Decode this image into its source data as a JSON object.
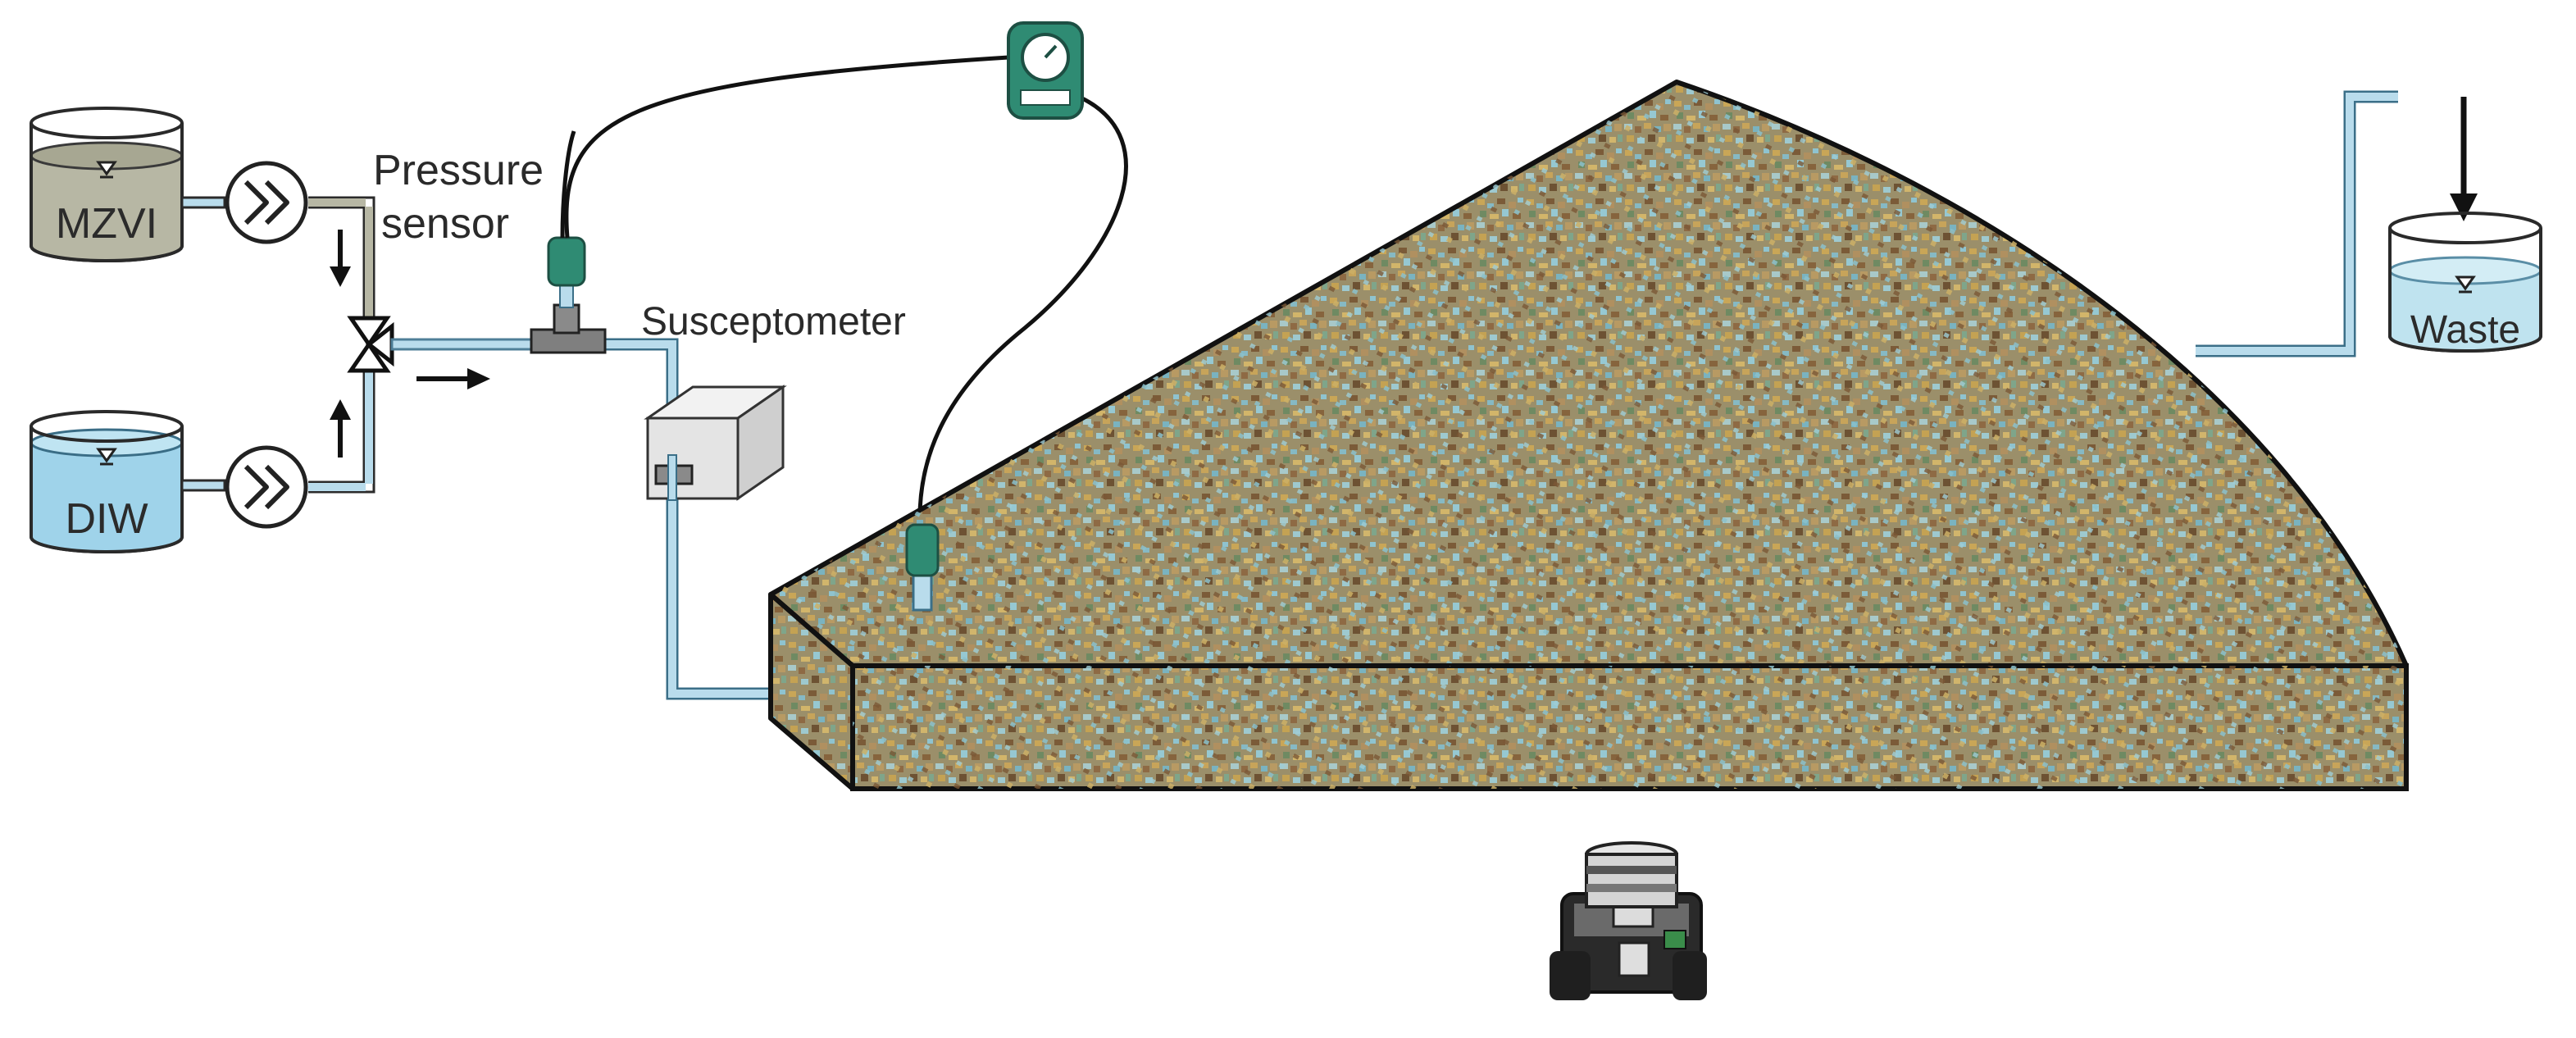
{
  "labels": {
    "tank_mzvi": "MZVI",
    "tank_diw": "DIW",
    "tank_waste": "Waste",
    "pressure_line1": "Pressure",
    "pressure_line2": "sensor",
    "susceptometer": "Susceptometer"
  },
  "colors": {
    "tube_fill": "#b9dcec",
    "tube_outline": "#4f7f98",
    "mzvi_liquid": "#b7b7a4",
    "diw_liquid": "#9fd3ea",
    "waste_liquid": "#bfe3ef",
    "sensor_green": "#2f8b73",
    "media_base": "#9b8f6a",
    "outline": "#1a1a1a"
  },
  "icons": {
    "pump": "pump-icon",
    "valve": "three-way-valve-icon",
    "sensor": "pressure-sensor-icon",
    "gauge": "pressure-gauge-icon",
    "susceptometer": "susceptometer-icon",
    "camera": "camera-icon",
    "flow_arrow": "flow-arrow-icon"
  }
}
